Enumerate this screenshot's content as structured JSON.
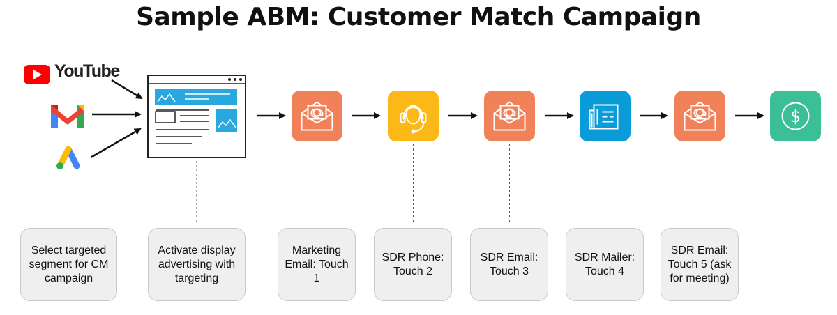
{
  "title": "Sample ABM: Customer Match Campaign",
  "sources": {
    "youtube_label": "YouTube",
    "icons": [
      "youtube-icon",
      "gmail-icon",
      "google-ads-icon"
    ]
  },
  "steps": [
    {
      "label": "Select targeted segment for CM campaign",
      "icon": "browser-display-ad-icon",
      "color": "#ffffff"
    },
    {
      "label": "Activate display advertising with targeting",
      "icon": "browser-display-ad-icon",
      "color": "#ffffff"
    },
    {
      "label": "Marketing Email: Touch 1",
      "icon": "email-icon",
      "color": "#f08159"
    },
    {
      "label": "SDR Phone: Touch 2",
      "icon": "headset-icon",
      "color": "#fbb816"
    },
    {
      "label": "SDR Email: Touch 3",
      "icon": "email-icon",
      "color": "#f08159"
    },
    {
      "label": "SDR Mailer: Touch 4",
      "icon": "newspaper-icon",
      "color": "#0a9bd9"
    },
    {
      "label": "SDR Email: Touch 5 (ask for meeting)",
      "icon": "email-icon",
      "color": "#f08159"
    }
  ],
  "goal": {
    "icon": "dollar-icon",
    "color": "#3bbf97"
  }
}
